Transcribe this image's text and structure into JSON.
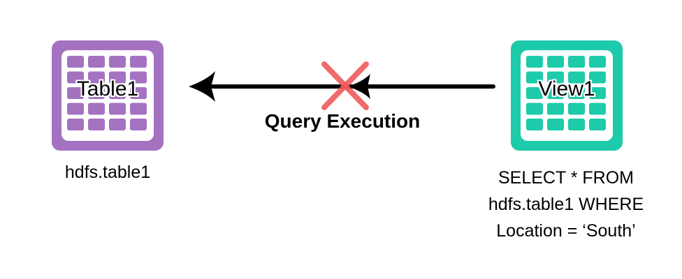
{
  "table_node": {
    "label": "Table1",
    "caption": "hdfs.table1",
    "color": "#a472c0"
  },
  "view_node": {
    "label": "View1",
    "caption_lines": [
      "SELECT * FROM",
      "hdfs.table1 WHERE",
      "Location = ‘South’"
    ],
    "color": "#1dcaaa"
  },
  "edge": {
    "label": "Query Execution",
    "direction": "view-to-table",
    "blocked": true,
    "blocked_marker_color": "#ee5a5a",
    "arrow_color": "#000000"
  }
}
